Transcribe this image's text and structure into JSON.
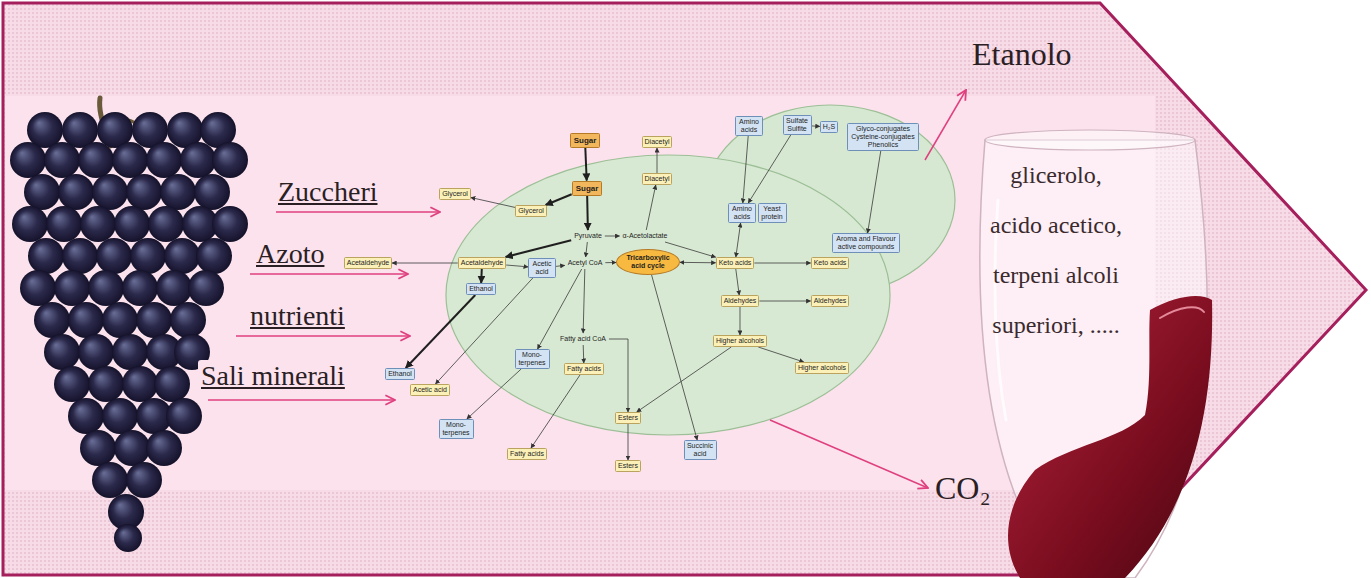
{
  "diagram": {
    "nodes": [
      {
        "text": [
          "Sugar"
        ]
      },
      {
        "text": [
          "Sugar"
        ]
      },
      {
        "text": [
          "Diacetyl"
        ]
      },
      {
        "text": [
          "Diacetyl"
        ]
      },
      {
        "text": [
          "Glycerol"
        ]
      },
      {
        "text": [
          "Glycerol"
        ]
      },
      {
        "text": [
          "Pyruvate"
        ]
      },
      {
        "text": [
          "α-Acetolactate"
        ]
      },
      {
        "text": [
          "Acetaldehyde"
        ]
      },
      {
        "text": [
          "Acetaldehyde"
        ]
      },
      {
        "text": [
          "Acetic acid"
        ]
      },
      {
        "text": [
          "Acetyl CoA"
        ]
      },
      {
        "text": [
          "Tricarboxylic acid cycle"
        ]
      },
      {
        "text": [
          "Ethanol"
        ]
      },
      {
        "text": [
          "Ethanol"
        ]
      },
      {
        "text": [
          "Acetic acid"
        ]
      },
      {
        "text": [
          "Mono-terpenes"
        ]
      },
      {
        "text": [
          "Mono-terpenes"
        ]
      },
      {
        "text": [
          "Fatty acid CoA"
        ]
      },
      {
        "text": [
          "Fatty acids"
        ]
      },
      {
        "text": [
          "Fatty acids"
        ]
      },
      {
        "text": [
          "Esters"
        ]
      },
      {
        "text": [
          "Esters"
        ]
      },
      {
        "text": [
          "Succinic acid"
        ]
      },
      {
        "text": [
          "Keto acids"
        ]
      },
      {
        "text": [
          "Keto acids"
        ]
      },
      {
        "text": [
          "Aldehydes"
        ]
      },
      {
        "text": [
          "Aldehydes"
        ]
      },
      {
        "text": [
          "Higher alcohols"
        ]
      },
      {
        "text": [
          "Higher alcohols"
        ]
      },
      {
        "text": [
          "Amino acids"
        ]
      },
      {
        "text": [
          "Sulfate Sulfite"
        ]
      },
      {
        "text": [
          "H₂S"
        ]
      },
      {
        "text": [
          "Glyco-conjugates Cysteine-conjugates Phenolics"
        ]
      },
      {
        "text": [
          "Amino acids"
        ]
      },
      {
        "text": [
          "Yeast protein"
        ]
      },
      {
        "text": [
          "Aroma and Flavour active compounds"
        ]
      }
    ],
    "edges": [
      {
        "from": 0,
        "to": 1,
        "arrow": "to"
      },
      {
        "from": 1,
        "to": 6,
        "arrow": "to"
      },
      {
        "from": 1,
        "to": 5,
        "arrow": "to"
      },
      {
        "from": 5,
        "to": 4,
        "arrow": "to"
      },
      {
        "from": 6,
        "to": 7,
        "arrow": "to"
      },
      {
        "from": 7,
        "to": 3,
        "arrow": "to"
      },
      {
        "from": 3,
        "to": 2,
        "arrow": "to"
      },
      {
        "from": 6,
        "to": 9,
        "arrow": "to"
      },
      {
        "from": 9,
        "to": 8,
        "arrow": "to"
      },
      {
        "from": 9,
        "to": 13,
        "arrow": "to"
      },
      {
        "from": 13,
        "to": 14,
        "arrow": "to"
      },
      {
        "from": 9,
        "to": 10,
        "arrow": "to"
      },
      {
        "from": 10,
        "to": 11,
        "arrow": "to"
      },
      {
        "from": 10,
        "to": 15,
        "arrow": "to"
      },
      {
        "from": 6,
        "to": 11,
        "arrow": "to"
      },
      {
        "from": 11,
        "to": 12,
        "arrow": "to"
      },
      {
        "from": 11,
        "to": 16,
        "arrow": "to"
      },
      {
        "from": 16,
        "to": 17,
        "arrow": "to"
      },
      {
        "from": 11,
        "to": 18,
        "arrow": "to"
      },
      {
        "from": 18,
        "to": 19,
        "arrow": "to"
      },
      {
        "from": 19,
        "to": 20,
        "arrow": "to"
      },
      {
        "from": 18,
        "to": 21,
        "arrow": "to"
      },
      {
        "from": 21,
        "to": 22,
        "arrow": "to"
      },
      {
        "from": 12,
        "to": 23,
        "arrow": "to"
      },
      {
        "from": 12,
        "to": 24,
        "arrow": "both"
      },
      {
        "from": 7,
        "to": 24,
        "arrow": "to"
      },
      {
        "from": 24,
        "to": 25,
        "arrow": "to"
      },
      {
        "from": 24,
        "to": 34,
        "arrow": "both"
      },
      {
        "from": 24,
        "to": 26,
        "arrow": "to"
      },
      {
        "from": 26,
        "to": 27,
        "arrow": "to"
      },
      {
        "from": 26,
        "to": 28,
        "arrow": "to"
      },
      {
        "from": 28,
        "to": 29,
        "arrow": "to"
      },
      {
        "from": 28,
        "to": 21,
        "arrow": "to"
      },
      {
        "from": 30,
        "to": 34,
        "arrow": "to"
      },
      {
        "from": 31,
        "to": 34,
        "arrow": "to"
      },
      {
        "from": 31,
        "to": 32,
        "arrow": "to"
      },
      {
        "from": 33,
        "to": 36,
        "arrow": "to"
      }
    ],
    "labels": [
      "Etanolo",
      "Zuccheri",
      "Azoto",
      "nutrienti",
      "Sali minerali",
      "glicerolo, acido acetico, terpeni alcoli superiori, .....",
      "CO₂"
    ]
  }
}
